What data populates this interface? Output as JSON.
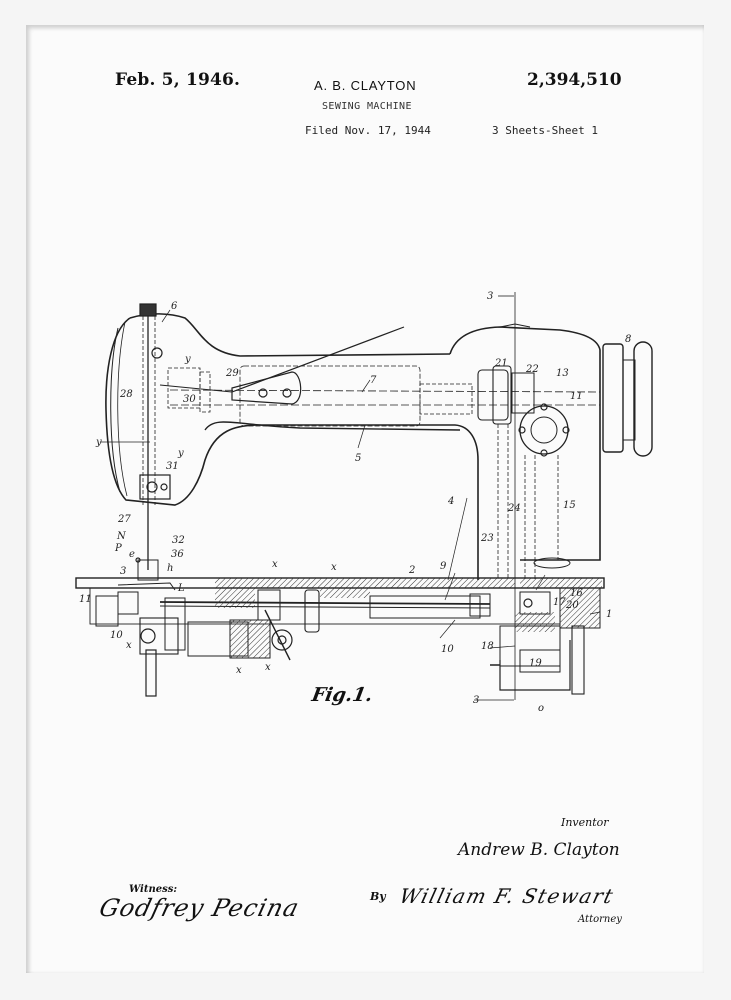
{
  "header": {
    "date": "Feb. 5, 1946.",
    "inventor_short": "A. B. CLAYTON",
    "patent_number": "2,394,510",
    "title": "SEWING MACHINE",
    "filed": "Filed Nov. 17, 1944",
    "sheets": "3 Sheets-Sheet 1"
  },
  "figure": {
    "label": "Fig.1.",
    "reference_numerals": {
      "top_knob": "6",
      "needle_bar_area": "y",
      "pivot_29": "29",
      "link_30": "30",
      "part_28": "28",
      "clamp_31": "31",
      "shaft_7": "7",
      "arm_5": "5",
      "section_top": "3",
      "section_bottom": "3",
      "flywheel": "8",
      "collar_21": "21",
      "collar_22": "22",
      "part_13": "13",
      "part_11_top": "11",
      "rod_4": "4",
      "part_24": "24",
      "part_15": "15",
      "part_23": "23",
      "part_16": "16",
      "part_17": "17",
      "part_20": "20",
      "bed_1": "1",
      "part_18": "18",
      "part_19": "19",
      "base_o": "o",
      "bed_2": "2",
      "shaft_9": "9",
      "rod_10": "10",
      "needle_27": "27",
      "needle_32": "32",
      "presser_36": "36",
      "letter_N": "N",
      "letter_P": "P",
      "letter_e": "e",
      "letter_h": "h",
      "letter_L": "L",
      "part_3_left": "3",
      "part_11_left": "11",
      "part_10_left": "10",
      "letter_x": "x"
    }
  },
  "signatures": {
    "inventor_label": "Inventor",
    "inventor_name": "Andrew B. Clayton",
    "witness_label": "Witness:",
    "witness_name": "Godfrey Pecina",
    "by_label": "By",
    "attorney_name": "William F. Stewart",
    "attorney_label": "Attorney"
  }
}
